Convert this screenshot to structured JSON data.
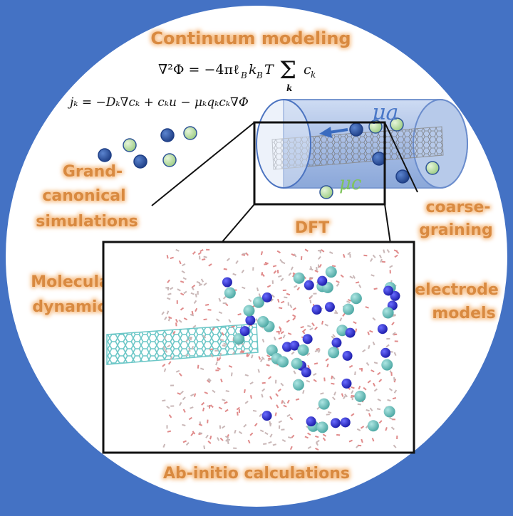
{
  "colors": {
    "background": "#4472c4",
    "circle": "#ffffff",
    "label_text": "#d98a3f",
    "label_glow": "#f7c38f",
    "ion_blue": "#2f5597",
    "ion_green": "#c7e6b0",
    "cylinder": "#9fb7e3",
    "mu_a": "#4a78c8",
    "mu_c": "#7fc45c"
  },
  "labels": {
    "continuum": "Continuum modeling",
    "grand_1": "Grand-",
    "grand_2": "canonical",
    "grand_3": "simulations",
    "dft": "DFT",
    "coarse_1": "coarse-",
    "coarse_2": "graining",
    "md_1": "Molecular",
    "md_2": "dynamics",
    "electrode_1": "electrode",
    "electrode_2": "models",
    "abinitio": "Ab-initio calculations"
  },
  "equations": {
    "poisson_lhs": "∇²Φ = −4πℓ",
    "poisson_b1": "B",
    "poisson_k": "k",
    "poisson_b2": "B",
    "poisson_t": "T",
    "poisson_sum": "Σ",
    "poisson_sum_index": "k",
    "poisson_c": "c",
    "poisson_c_index": "k",
    "nernst_planck": "jₖ = −Dₖ∇cₖ + cₖu − μₖqₖcₖ∇Φ"
  },
  "symbols": {
    "mu_a": "μa",
    "mu_c": "μc"
  },
  "icons": {
    "arrow": "left-arrow-icon"
  }
}
